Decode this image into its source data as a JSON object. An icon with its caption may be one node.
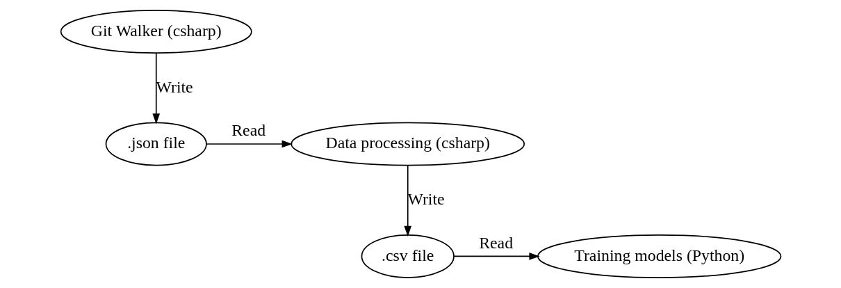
{
  "diagram": {
    "nodes": [
      {
        "text": [
          "Git Walker (csharp)"
        ]
      },
      {
        "text": [
          ".json file"
        ]
      },
      {
        "text": [
          "Data processing (csharp)"
        ]
      },
      {
        "text": [
          ".csv file"
        ]
      },
      {
        "text": [
          "Training models (Python)"
        ]
      }
    ],
    "edges": [
      {
        "from": 0,
        "to": 1,
        "arrow": "to",
        "label": "Write"
      },
      {
        "from": 1,
        "to": 2,
        "arrow": "to",
        "label": "Read"
      },
      {
        "from": 2,
        "to": 3,
        "arrow": "to",
        "label": "Write"
      },
      {
        "from": 3,
        "to": 4,
        "arrow": "to",
        "label": "Read"
      }
    ]
  }
}
